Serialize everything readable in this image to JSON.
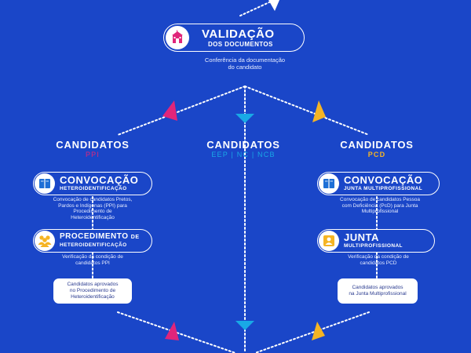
{
  "colors": {
    "background": "#1a46c8",
    "ppi_accent": "#e0257a",
    "eep_accent": "#19a9e6",
    "pcd_accent": "#f5b424",
    "icon_pink": "#e0257a",
    "icon_blue": "#1e6fd6",
    "icon_yellow": "#f5b424"
  },
  "validacao": {
    "title": "VALIDAÇÃO",
    "subtitle": "DOS DOCUMENTOS",
    "desc_line1": "Conferência da documentação",
    "desc_line2": "do candidato"
  },
  "columns": {
    "ppi": {
      "head": "CANDIDATOS",
      "sub": "PPI"
    },
    "eep": {
      "head": "CANDIDATOS",
      "sub": "EEP | NC | NCB"
    },
    "pcd": {
      "head": "CANDIDATOS",
      "sub": "PCD"
    }
  },
  "ppi_steps": {
    "convocacao": {
      "title": "CONVOCAÇÃO",
      "subtitle": "HETEROIDENTIFICAÇÃO",
      "desc": [
        "Convocação de candidatos Pretos,",
        "Pardos e Indígenas (PPI) para",
        "Procedimento de",
        "Heteroidentificação"
      ]
    },
    "procedimento": {
      "title_a": "PROCEDIMENTO",
      "title_b": "DE",
      "subtitle": "HETEROIDENTIFICAÇÃO",
      "desc": [
        "Verificação da condição de",
        "candidatos PPI"
      ]
    },
    "result": [
      "Candidatos aprovados",
      "no Procedimento de",
      "Heteroidentificação"
    ]
  },
  "pcd_steps": {
    "convocacao": {
      "title": "CONVOCAÇÃO",
      "subtitle": "JUNTA MULTIPROFISSIONAL",
      "desc": [
        "Convocação de candidatos Pessoa",
        "com Deficiência (PcD) para Junta",
        "Multiprofissional"
      ]
    },
    "junta": {
      "title": "JUNTA",
      "subtitle": "MULTIPROFISSIONAL",
      "desc": [
        "Verificação da condição de",
        "candidatos PCD"
      ]
    },
    "result": [
      "Candidatos aprovados",
      "na Junta Multiprofissional"
    ]
  }
}
